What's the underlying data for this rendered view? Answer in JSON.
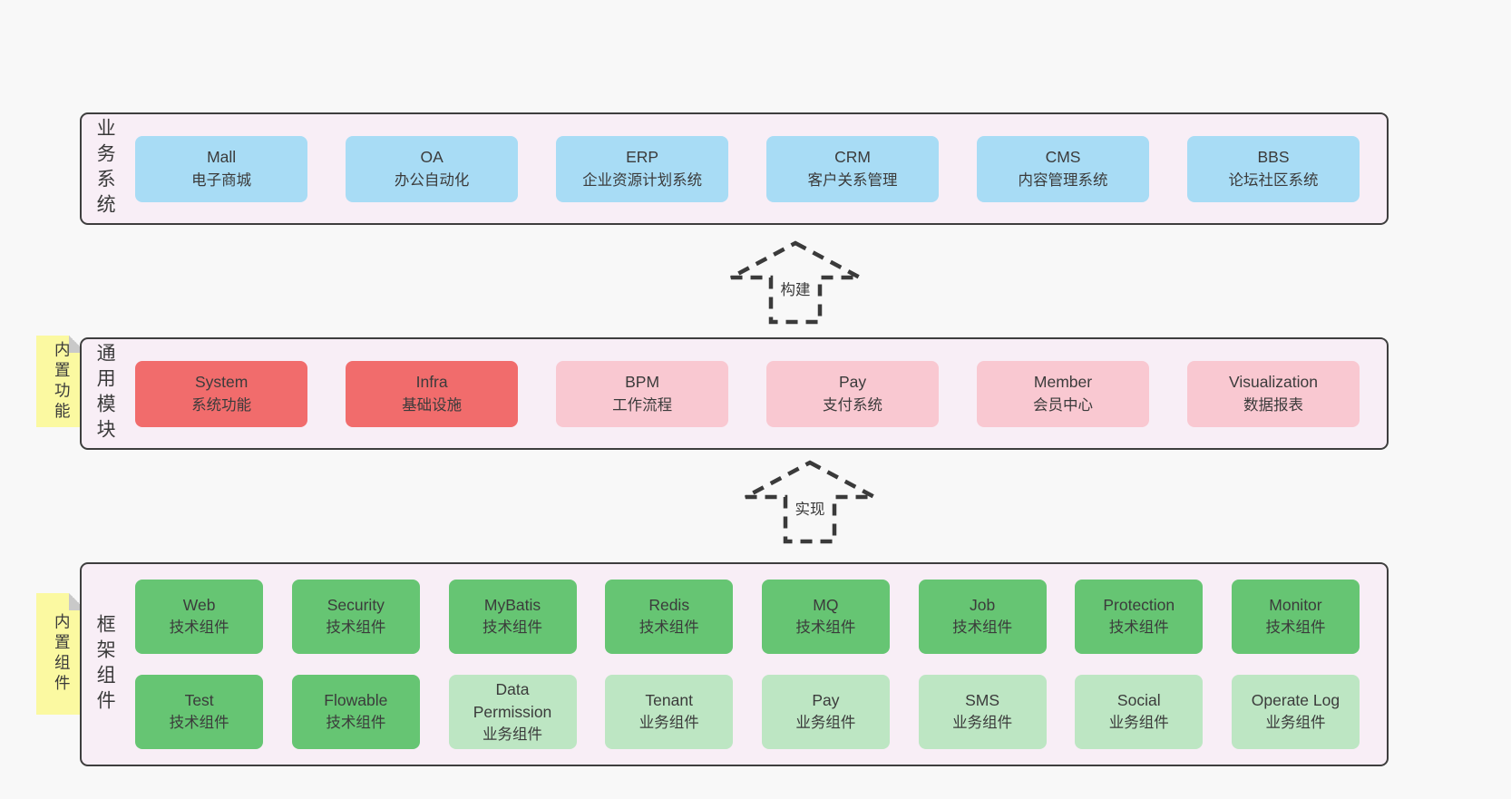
{
  "palette": {
    "page_bg": "#f8f8f8",
    "panel_bg": "#f8eef6",
    "panel_border": "#3e3e3e",
    "blue": "#a8dcf5",
    "red": "#f16c6c",
    "pink": "#f9c8d1",
    "green": "#66c573",
    "light_green": "#bde6c3",
    "yellow_note": "#fbf9a1",
    "note_fold": "#c9c9c9",
    "text": "#3b3b3b"
  },
  "business": {
    "label": "业务系统",
    "boxes": [
      {
        "title": "Mall",
        "subtitle": "电子商城",
        "variant": "blue"
      },
      {
        "title": "OA",
        "subtitle": "办公自动化",
        "variant": "blue"
      },
      {
        "title": "ERP",
        "subtitle": "企业资源计划系统",
        "variant": "blue"
      },
      {
        "title": "CRM",
        "subtitle": "客户关系管理",
        "variant": "blue"
      },
      {
        "title": "CMS",
        "subtitle": "内容管理系统",
        "variant": "blue"
      },
      {
        "title": "BBS",
        "subtitle": "论坛社区系统",
        "variant": "blue"
      }
    ]
  },
  "arrows": {
    "build": {
      "label": "构建"
    },
    "implement": {
      "label": "实现"
    }
  },
  "modules": {
    "label": "通用模块",
    "note": "内置功能",
    "boxes": [
      {
        "title": "System",
        "subtitle": "系统功能",
        "variant": "red"
      },
      {
        "title": "Infra",
        "subtitle": "基础设施",
        "variant": "red"
      },
      {
        "title": "BPM",
        "subtitle": "工作流程",
        "variant": "pink"
      },
      {
        "title": "Pay",
        "subtitle": "支付系统",
        "variant": "pink"
      },
      {
        "title": "Member",
        "subtitle": "会员中心",
        "variant": "pink"
      },
      {
        "title": "Visualization",
        "subtitle": "数据报表",
        "variant": "pink"
      }
    ]
  },
  "components": {
    "label": "框架组件",
    "note": "内置组件",
    "row1": [
      {
        "title": "Web",
        "subtitle": "技术组件",
        "variant": "green"
      },
      {
        "title": "Security",
        "subtitle": "技术组件",
        "variant": "green"
      },
      {
        "title": "MyBatis",
        "subtitle": "技术组件",
        "variant": "green"
      },
      {
        "title": "Redis",
        "subtitle": "技术组件",
        "variant": "green"
      },
      {
        "title": "MQ",
        "subtitle": "技术组件",
        "variant": "green"
      },
      {
        "title": "Job",
        "subtitle": "技术组件",
        "variant": "green"
      },
      {
        "title": "Protection",
        "subtitle": "技术组件",
        "variant": "green"
      },
      {
        "title": "Monitor",
        "subtitle": "技术组件",
        "variant": "green"
      }
    ],
    "row2": [
      {
        "title": "Test",
        "subtitle": "技术组件",
        "variant": "green"
      },
      {
        "title": "Flowable",
        "subtitle": "技术组件",
        "variant": "green"
      },
      {
        "title": "Data Permission",
        "subtitle": "业务组件",
        "variant": "light-green"
      },
      {
        "title": "Tenant",
        "subtitle": "业务组件",
        "variant": "light-green"
      },
      {
        "title": "Pay",
        "subtitle": "业务组件",
        "variant": "light-green"
      },
      {
        "title": "SMS",
        "subtitle": "业务组件",
        "variant": "light-green"
      },
      {
        "title": "Social",
        "subtitle": "业务组件",
        "variant": "light-green"
      },
      {
        "title": "Operate Log",
        "subtitle": "业务组件",
        "variant": "light-green"
      }
    ]
  }
}
